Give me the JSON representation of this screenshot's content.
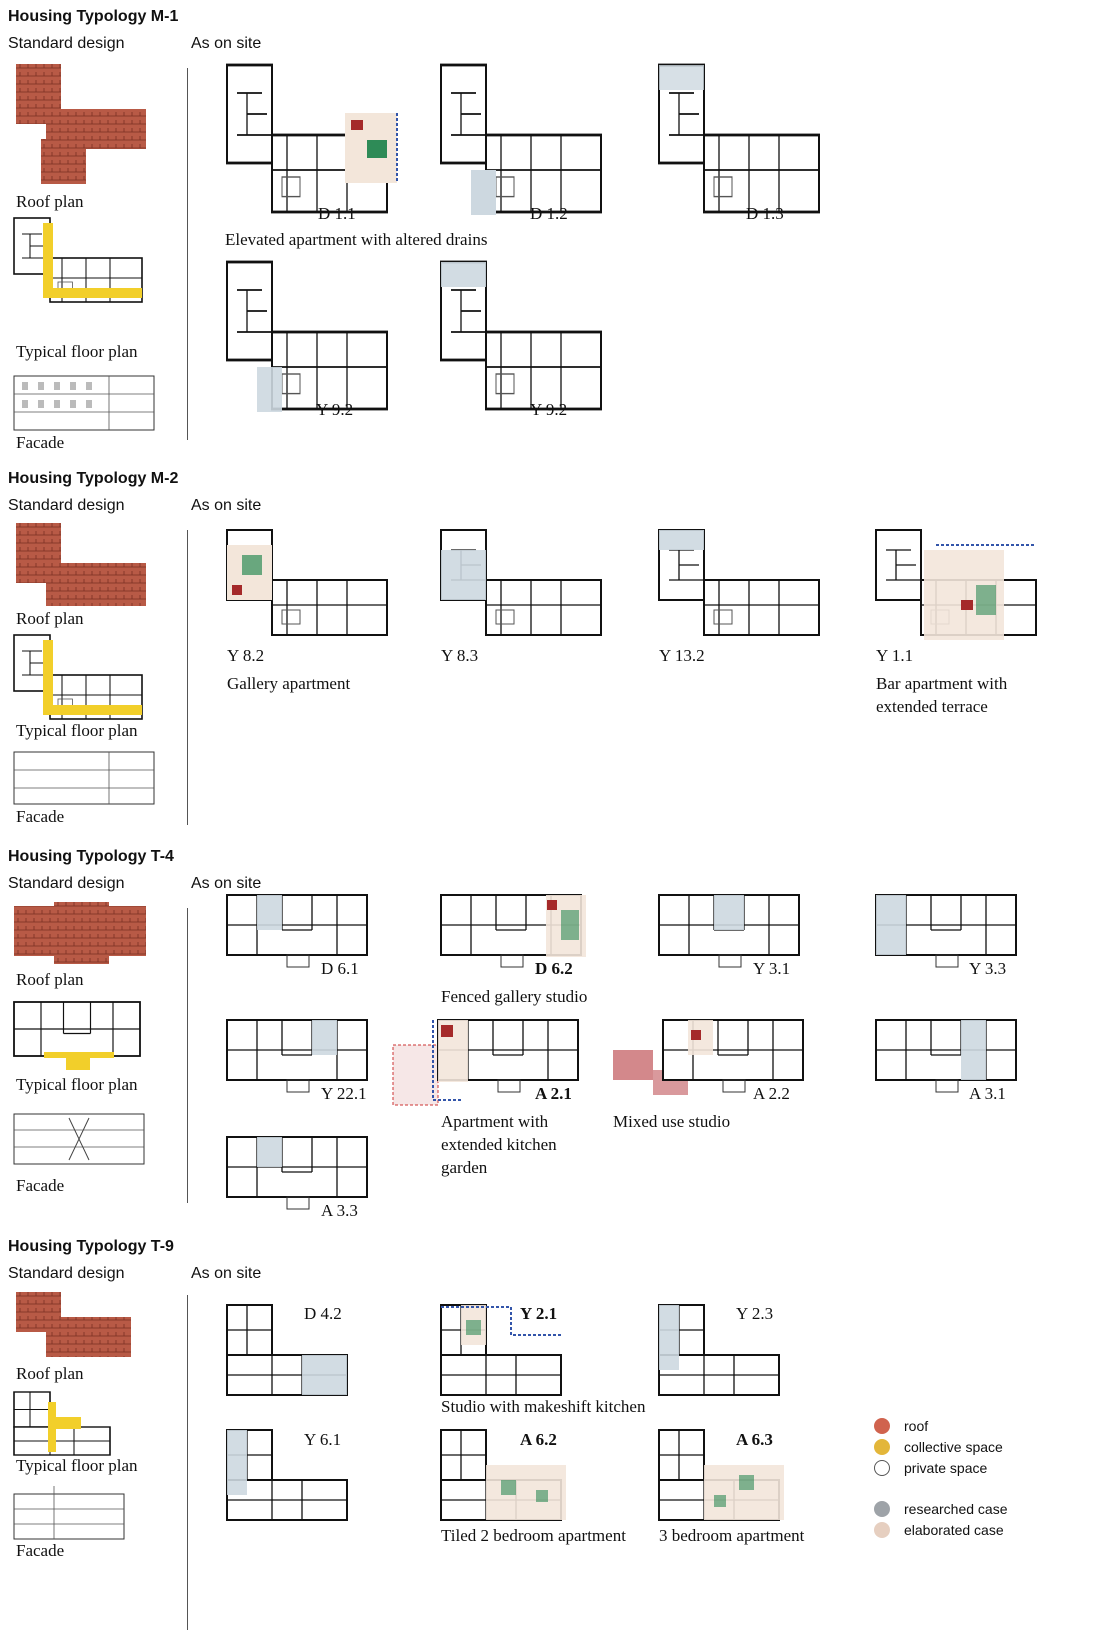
{
  "sections": [
    {
      "title": "Housing Typology M-1",
      "standard": "Standard design",
      "onsite": "As on site",
      "labels": [
        "Roof plan",
        "Typical floor plan",
        "Facade"
      ],
      "cases": [
        {
          "code": "D 1.1",
          "caption": "Elevated apartment with altered drains"
        },
        {
          "code": "D 1.2"
        },
        {
          "code": "D 1.3"
        },
        {
          "code": "Y 9.2"
        },
        {
          "code": "Y 9.2"
        }
      ]
    },
    {
      "title": "Housing Typology M-2",
      "standard": "Standard design",
      "onsite": "As on site",
      "labels": [
        "Roof plan",
        "Typical floor plan",
        "Facade"
      ],
      "cases": [
        {
          "code": "Y 8.2",
          "caption": "Gallery apartment"
        },
        {
          "code": "Y 8.3"
        },
        {
          "code": "Y 13.2"
        },
        {
          "code": "Y 1.1",
          "caption": "Bar apartment with extended terrace"
        }
      ]
    },
    {
      "title": "Housing Typology T-4",
      "standard": "Standard design",
      "onsite": "As on site",
      "labels": [
        "Roof plan",
        "Typical floor plan",
        "Facade"
      ],
      "cases": [
        {
          "code": "D 6.1"
        },
        {
          "code": "D 6.2",
          "caption": "Fenced gallery studio"
        },
        {
          "code": "Y 3.1"
        },
        {
          "code": "Y 3.3"
        },
        {
          "code": "Y 22.1"
        },
        {
          "code": "A 2.1",
          "caption": "Apartment with extended kitchen garden"
        },
        {
          "code": "A 2.2",
          "caption": "Mixed use studio"
        },
        {
          "code": "A 3.1"
        },
        {
          "code": "A 3.3"
        }
      ]
    },
    {
      "title": "Housing Typology T-9",
      "standard": "Standard design",
      "onsite": "As on site",
      "labels": [
        "Roof plan",
        "Typical floor plan",
        "Facade"
      ],
      "cases": [
        {
          "code": "D 4.2"
        },
        {
          "code": "Y 2.1",
          "caption": "Studio with makeshift kitchen"
        },
        {
          "code": "Y 2.3"
        },
        {
          "code": "Y 6.1"
        },
        {
          "code": "A 6.2",
          "caption": "Tiled 2 bedroom apartment"
        },
        {
          "code": "A 6.3",
          "caption": "3 bedroom apartment"
        }
      ]
    }
  ],
  "legend": [
    {
      "label": "roof",
      "color": "#d0634e"
    },
    {
      "label": "collective space",
      "color": "#e3b63a"
    },
    {
      "label": "private space",
      "color": "#ffffff"
    },
    {
      "label": "researched case",
      "color": "#9ea3a8"
    },
    {
      "label": "elaborated case",
      "color": "#e6cfc0"
    }
  ]
}
